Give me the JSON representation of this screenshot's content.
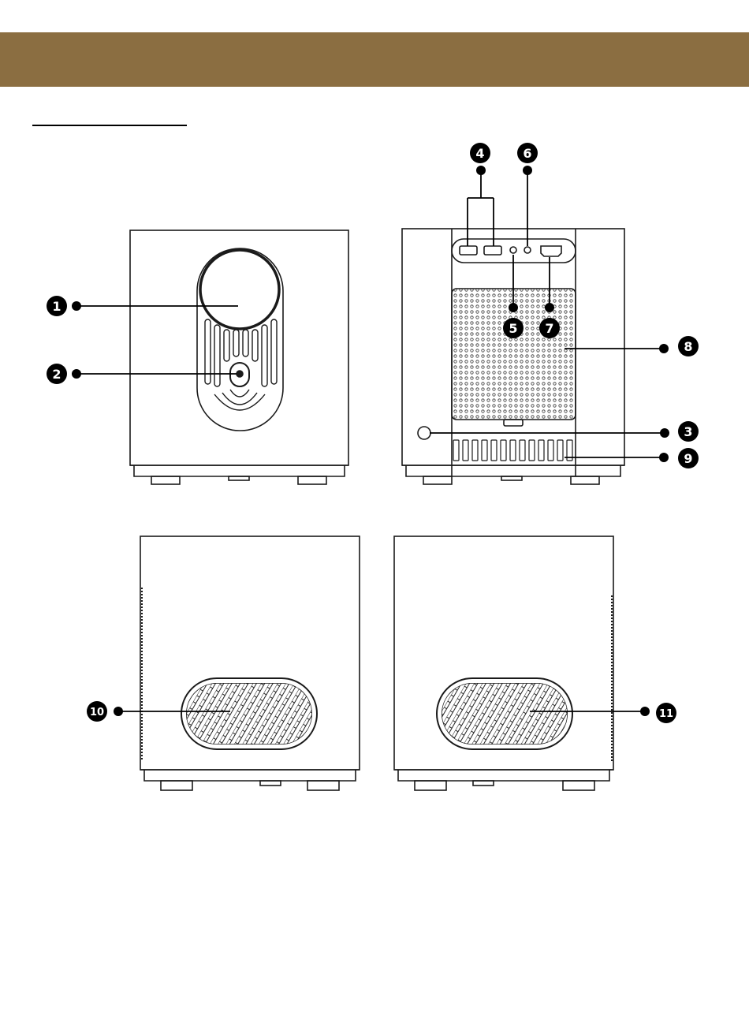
{
  "colors": {
    "header_band": "#8b6e41",
    "line": "#1a1a1a",
    "callout_fill": "#000000",
    "callout_text": "#ffffff"
  },
  "callouts": [
    {
      "id": "1",
      "label": "1"
    },
    {
      "id": "2",
      "label": "2"
    },
    {
      "id": "3",
      "label": "3"
    },
    {
      "id": "4",
      "label": "4"
    },
    {
      "id": "5",
      "label": "5"
    },
    {
      "id": "6",
      "label": "6"
    },
    {
      "id": "7",
      "label": "7"
    },
    {
      "id": "8",
      "label": "8"
    },
    {
      "id": "9",
      "label": "9"
    },
    {
      "id": "10",
      "label": "10"
    },
    {
      "id": "11",
      "label": "11"
    }
  ]
}
